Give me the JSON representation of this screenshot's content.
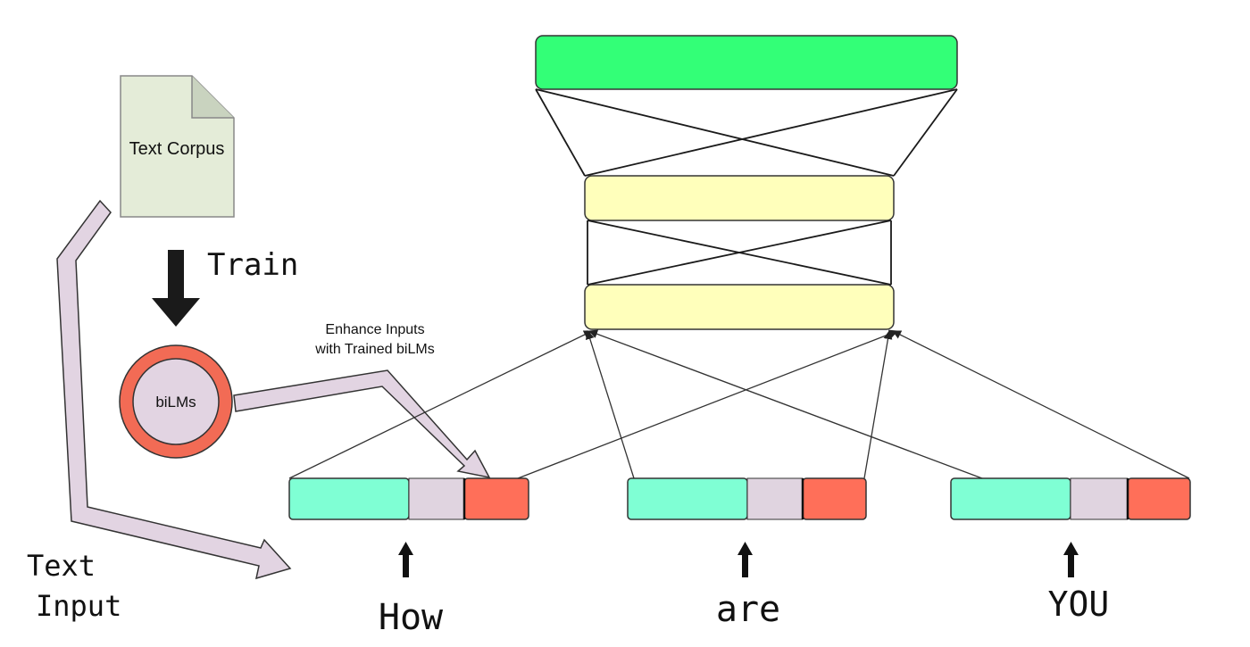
{
  "labels": {
    "text_corpus": "Text Corpus",
    "train": "Train",
    "bilms": "biLMs",
    "enhance_line1": "Enhance Inputs",
    "enhance_line2": "with Trained biLMs",
    "text_input_line1": "Text",
    "text_input_line2": "Input"
  },
  "words": [
    {
      "id": "how",
      "text": "How"
    },
    {
      "id": "are",
      "text": "are"
    },
    {
      "id": "you",
      "text": "YOU"
    }
  ],
  "colors": {
    "output_layer": "#33ff77",
    "hidden_layer": "#ffffbb",
    "embedding_cyan": "#7fffd4",
    "embedding_mauve": "#e0d4e0",
    "embedding_red": "#ff6f59",
    "bilm_ring": "#f26b55",
    "bilm_core": "#e2d4e2",
    "document": "#e4ecd8",
    "flow_arrow": "#e2d4e2"
  }
}
